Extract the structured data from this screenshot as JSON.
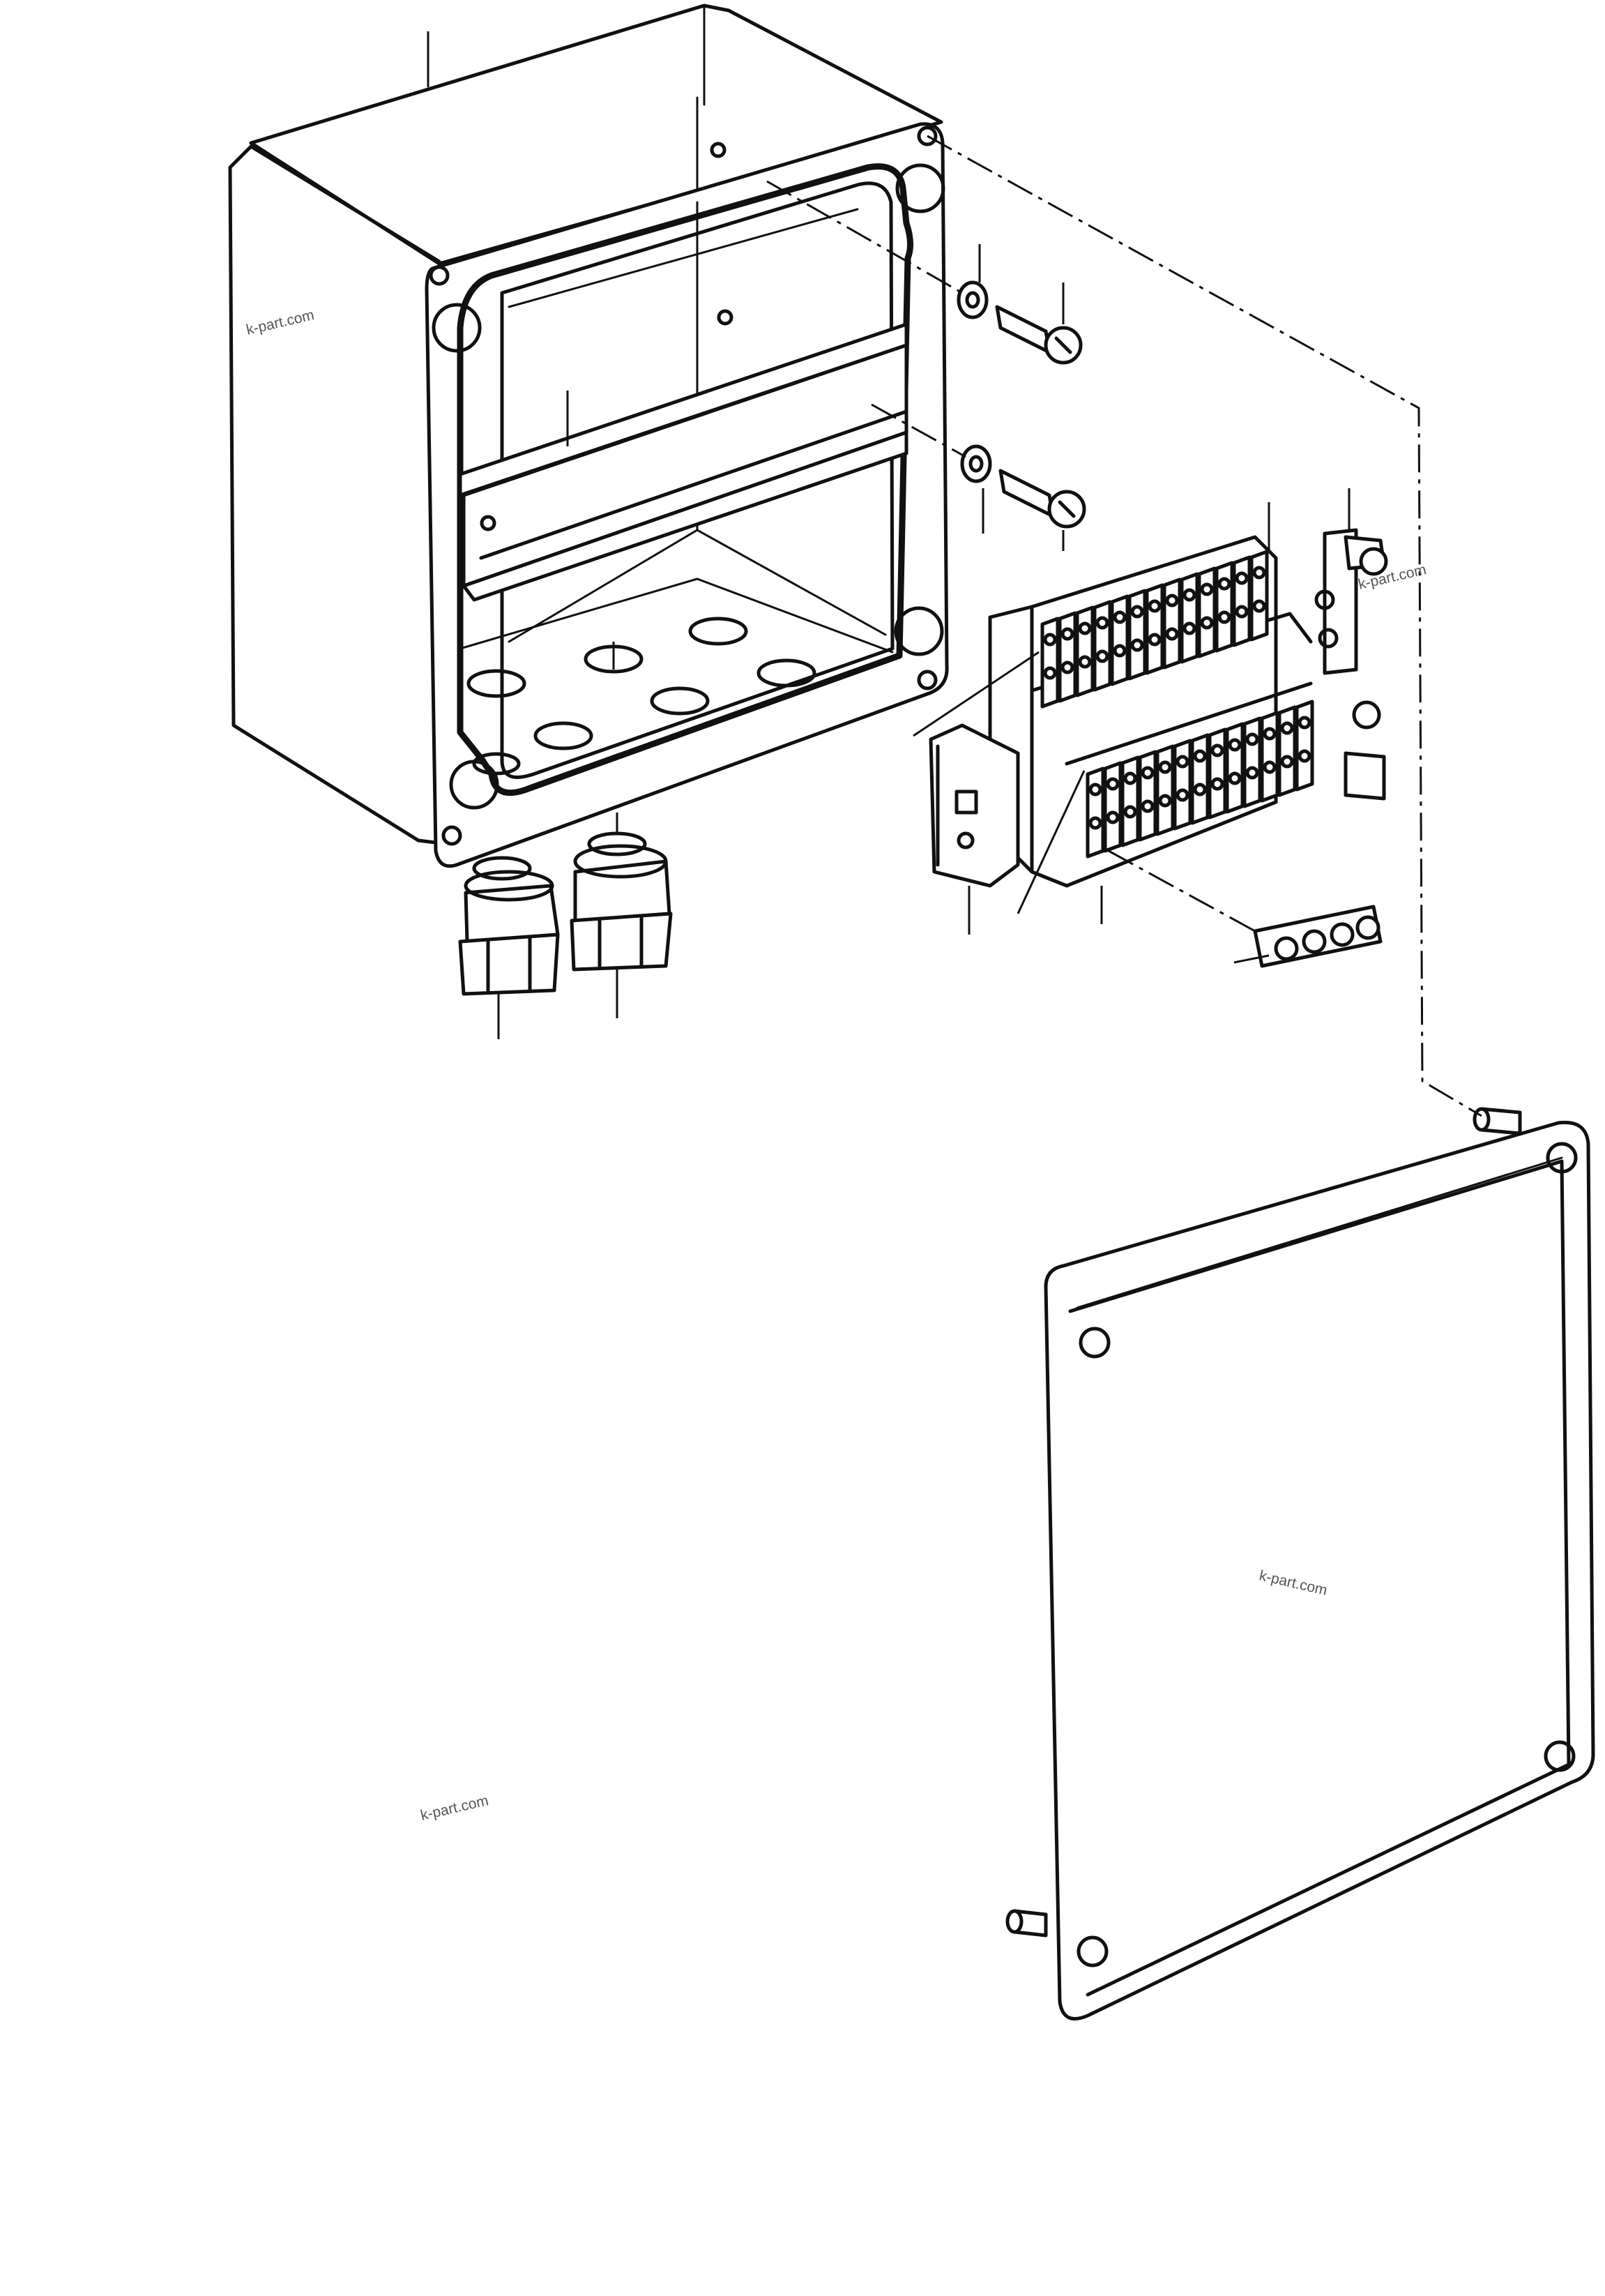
{
  "watermarks": {
    "box_left": "k-part.com",
    "clamp": "k-part.com",
    "cover": "k-part.com",
    "bottom_left": "k-part.com"
  },
  "colors": {
    "line": "#111111",
    "background": "#ffffff",
    "watermark": "#555555"
  },
  "parts": [
    "enclosure-box",
    "din-rail",
    "rail-screws",
    "rail-washers",
    "cable-glands",
    "terminal-blocks",
    "end-plate",
    "end-clamp",
    "jumper-bridge",
    "cover-plate",
    "cover-screws"
  ]
}
